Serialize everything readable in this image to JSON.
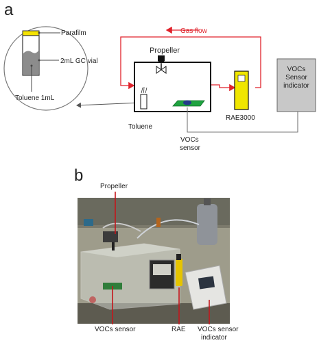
{
  "panel_a": {
    "letter": "a",
    "vial": {
      "parafilm": "Parafilm",
      "gc_vial": "2mL GC vial",
      "toluene": "Toluene 1mL"
    },
    "gas_flow": "Gas flow",
    "propeller": "Propeller",
    "toluene": "Toluene",
    "vocs_sensor": [
      "VOCs",
      "sensor"
    ],
    "rae": "RAE3000",
    "indicator": [
      "VOCs",
      "Sensor",
      "indicator"
    ],
    "colors": {
      "flow": "#e0222b",
      "rae_body": "#f0e600",
      "sensor_pad": "#1fa340",
      "box": "#111111",
      "indicator_fill": "#c8c8c8"
    }
  },
  "panel_b": {
    "letter": "b",
    "labels": {
      "propeller": "Propeller",
      "vocs_sensor": "VOCs sensor",
      "rae": "RAE",
      "indicator": [
        "VOCs sensor",
        "indicator"
      ]
    },
    "colors": {
      "pointer": "#c4161c"
    }
  }
}
